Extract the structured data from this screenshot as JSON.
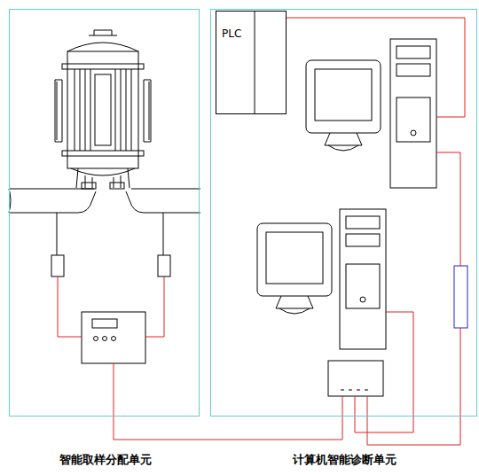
{
  "diagram": {
    "nodes": [
      {
        "text": [
          "智能取样分配单元"
        ]
      },
      {
        "text": [
          "计算机智能诊断单元"
        ]
      },
      {
        "text": [
          "PLC"
        ],
        "in": 1
      }
    ]
  }
}
